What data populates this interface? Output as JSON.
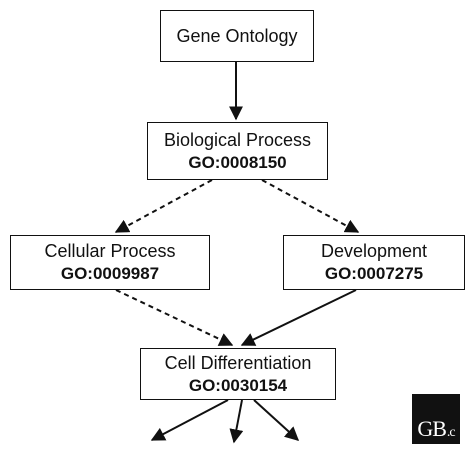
{
  "nodes": [
    {
      "id": "gene-ontology",
      "name": "Gene Ontology",
      "go_id": ""
    },
    {
      "id": "biological-process",
      "name": "Biological Process",
      "go_id": "GO:0008150"
    },
    {
      "id": "cellular-process",
      "name": "Cellular Process",
      "go_id": "GO:0009987"
    },
    {
      "id": "development",
      "name": "Development",
      "go_id": "GO:0007275"
    },
    {
      "id": "cell-differentiation",
      "name": "Cell Differentiation",
      "go_id": "GO:0030154"
    }
  ],
  "edges": [
    {
      "from": "gene-ontology",
      "to": "biological-process",
      "style": "solid"
    },
    {
      "from": "biological-process",
      "to": "cellular-process",
      "style": "dashed"
    },
    {
      "from": "biological-process",
      "to": "development",
      "style": "dashed"
    },
    {
      "from": "cellular-process",
      "to": "cell-differentiation",
      "style": "dashed"
    },
    {
      "from": "development",
      "to": "cell-differentiation",
      "style": "solid"
    },
    {
      "from": "cell-differentiation",
      "to": "child",
      "style": "solid"
    },
    {
      "from": "cell-differentiation",
      "to": "child",
      "style": "solid"
    },
    {
      "from": "cell-differentiation",
      "to": "child",
      "style": "solid"
    }
  ],
  "logo": {
    "text": "GB",
    "suffix": ".c"
  },
  "colors": {
    "line": "#111111",
    "background": "#ffffff",
    "logo_bg": "#111111"
  }
}
